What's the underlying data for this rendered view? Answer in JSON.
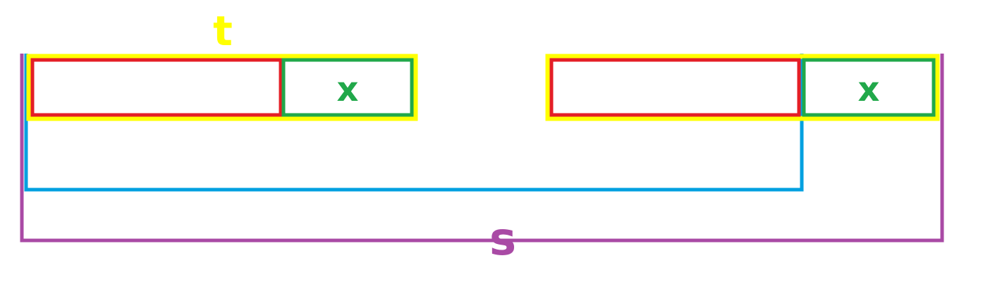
{
  "labels": {
    "t": "t",
    "x_left": "x",
    "x_right": "x",
    "s": "s"
  },
  "colors": {
    "t_box": "#ffff00",
    "red_box": "#e41e26",
    "x_box": "#21a84a",
    "x_text": "#21a84a",
    "blue_bracket": "#00a0e0",
    "purple_bracket": "#a94aa5",
    "t_text": "#ffff00",
    "s_text": "#a94aa5"
  }
}
